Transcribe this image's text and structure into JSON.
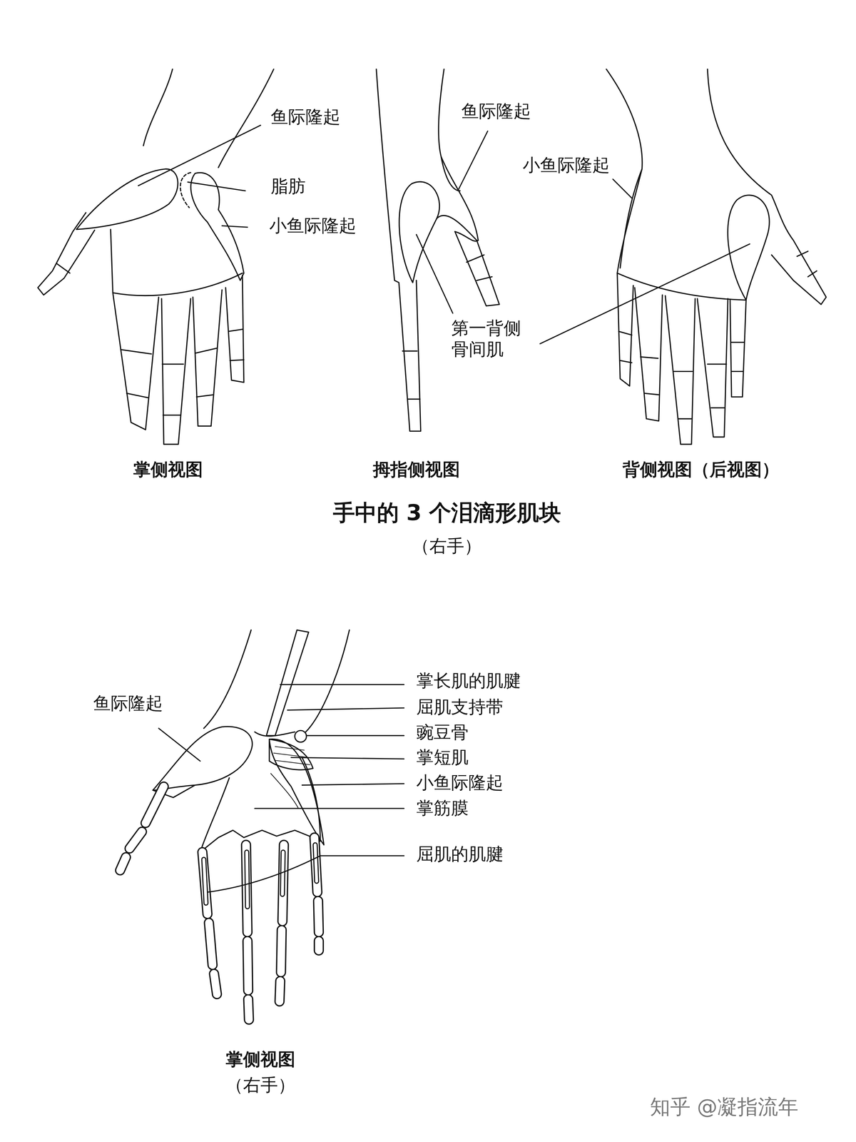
{
  "diagram": {
    "title": "手中的 3 个泪滴形肌块",
    "labels": [
      "鱼际隆起",
      "脂肪",
      "小鱼际隆起",
      "鱼际隆起",
      "小鱼际隆起",
      "第一背侧 骨间肌",
      "掌侧视图",
      "拇指侧视图",
      "背侧视图（后视图）",
      "（右手）",
      "鱼际隆起",
      "掌长肌的肌腱",
      "屈肌支持带",
      "豌豆骨",
      "掌短肌",
      "小鱼际隆起",
      "掌筋膜",
      "屈肌的肌腱",
      "掌侧视图",
      "（右手）",
      "知乎 @凝指流年"
    ]
  }
}
